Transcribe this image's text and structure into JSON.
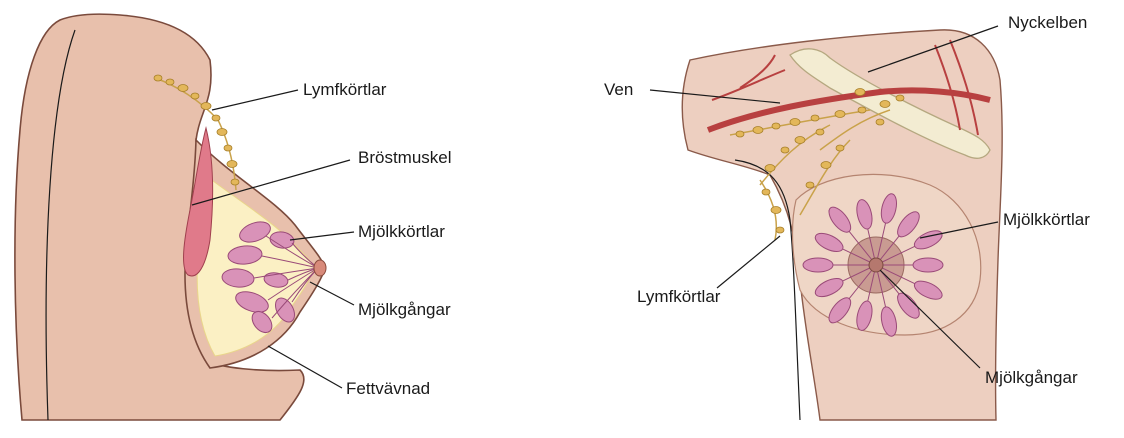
{
  "left_figure": {
    "labels": {
      "lymph_nodes": "Lymfkörtlar",
      "chest_muscle": "Bröstmuskel",
      "milk_glands": "Mjölkkörtlar",
      "milk_ducts": "Mjölkgångar",
      "fatty_tissue": "Fettvävnad"
    }
  },
  "right_figure": {
    "labels": {
      "collarbone": "Nyckelben",
      "vein": "Ven",
      "milk_glands": "Mjölkkörtlar",
      "lymph_nodes": "Lymfkörtlar",
      "milk_ducts": "Mjölkgångar"
    }
  },
  "colors": {
    "skin": "#e8c0ac",
    "fat": "#fbf0c4",
    "lobe": "#d992b8",
    "muscle": "#e07a8a",
    "node": "#e3b75a",
    "vessel": "#b84040"
  }
}
